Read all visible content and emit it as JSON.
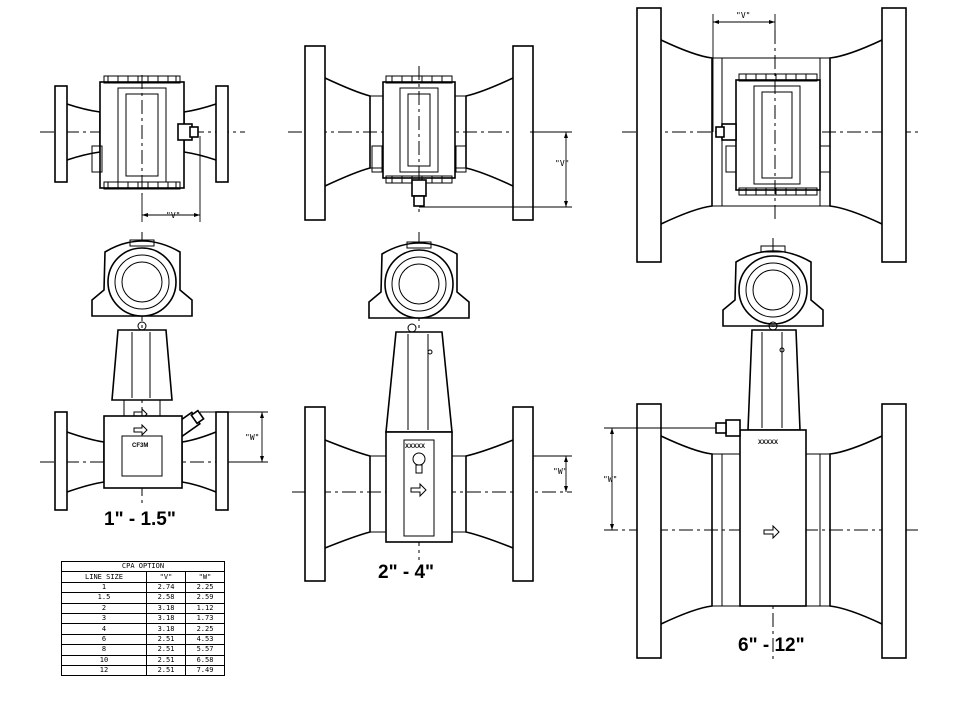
{
  "labels": {
    "small": "1\" - 1.5\"",
    "medium": "2\" - 4\"",
    "large": "6\" - 12\""
  },
  "dims": {
    "v": "\"V\"",
    "w": "\"W\""
  },
  "tags": {
    "small_body": "CF3M",
    "medium_body": "XXXXX",
    "large_body": "XXXXX"
  },
  "table": {
    "title": "CPA OPTION",
    "headers": [
      "LINE SIZE",
      "\"V\"",
      "\"W\""
    ],
    "rows": [
      [
        "1",
        "2.74",
        "2.25"
      ],
      [
        "1.5",
        "2.58",
        "2.59"
      ],
      [
        "2",
        "3.18",
        "1.12"
      ],
      [
        "3",
        "3.18",
        "1.73"
      ],
      [
        "4",
        "3.18",
        "2.25"
      ],
      [
        "6",
        "2.51",
        "4.53"
      ],
      [
        "8",
        "2.51",
        "5.57"
      ],
      [
        "10",
        "2.51",
        "6.58"
      ],
      [
        "12",
        "2.51",
        "7.49"
      ]
    ]
  }
}
